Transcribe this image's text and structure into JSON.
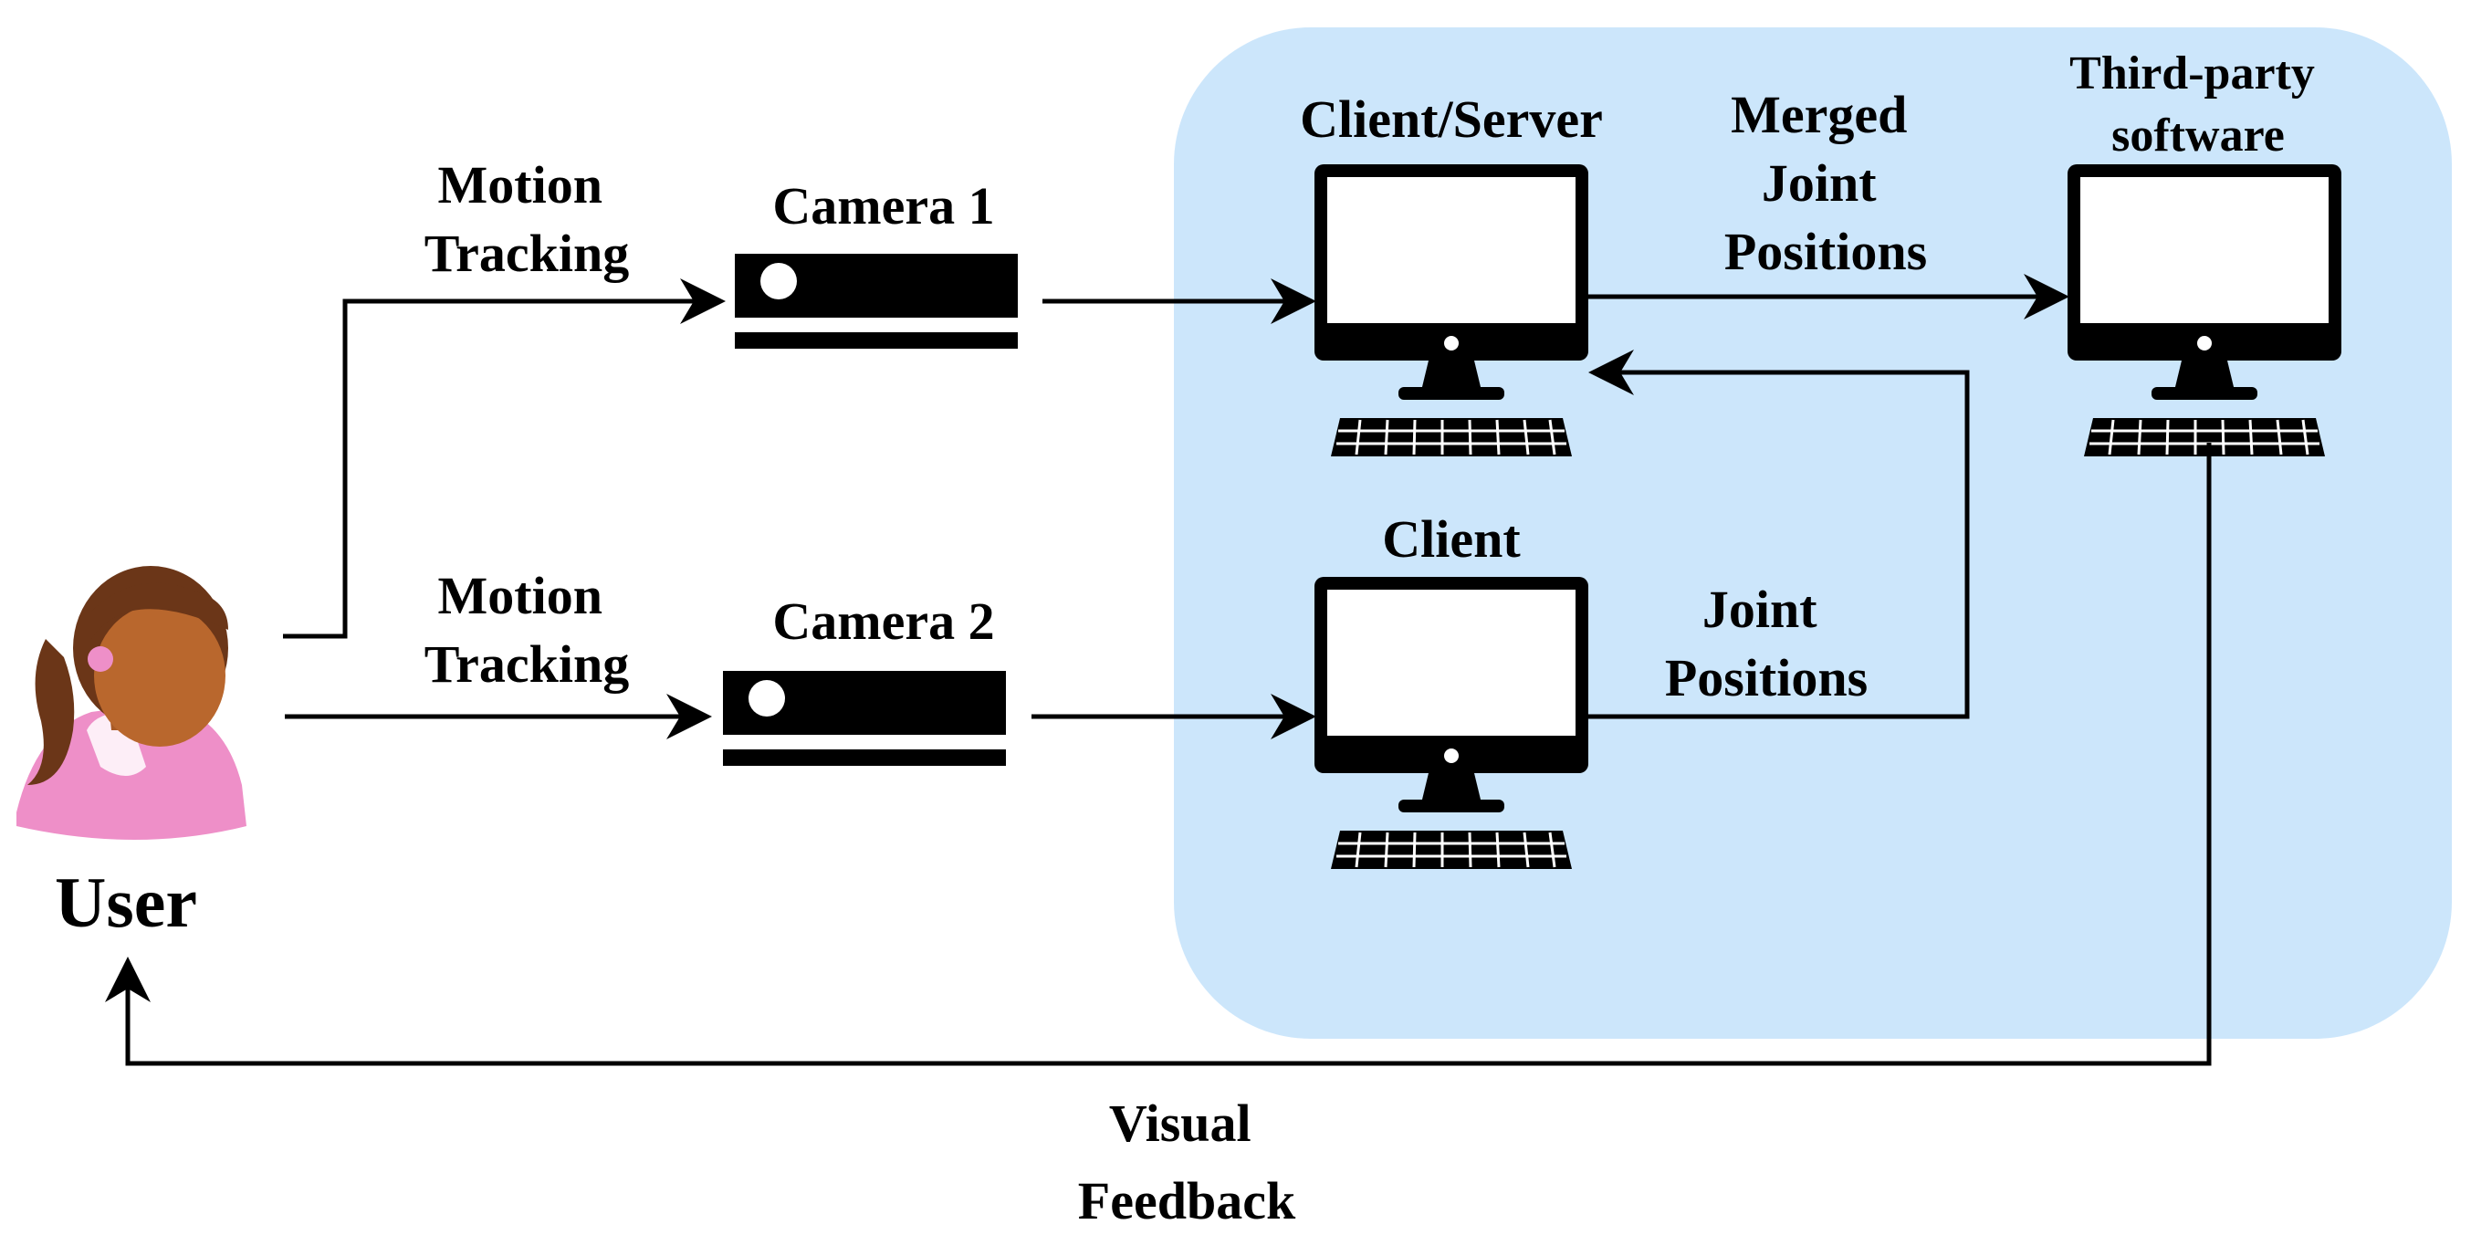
{
  "diagram": {
    "user_label": "User",
    "motion_tracking_1": [
      "Motion",
      "Tracking"
    ],
    "motion_tracking_2": [
      "Motion",
      "Tracking"
    ],
    "camera_1": "Camera 1",
    "camera_2": "Camera 2",
    "client_server": "Client/Server",
    "client": "Client",
    "merged_joint_positions": [
      "Merged",
      "Joint",
      "Positions"
    ],
    "joint_positions": [
      "Joint",
      "Positions"
    ],
    "third_party_software": [
      "Third-party",
      "software"
    ],
    "visual_feedback": [
      "Visual",
      "Feedback"
    ],
    "colors": {
      "region_fill": "#cce6fb",
      "line": "#000000",
      "user_skin": "#b9672d",
      "user_hair": "#6b3618",
      "user_shirt": "#ee8fc8"
    },
    "icons": [
      "user-icon",
      "camera-icon",
      "computer-monitor-icon",
      "keyboard-icon"
    ]
  }
}
